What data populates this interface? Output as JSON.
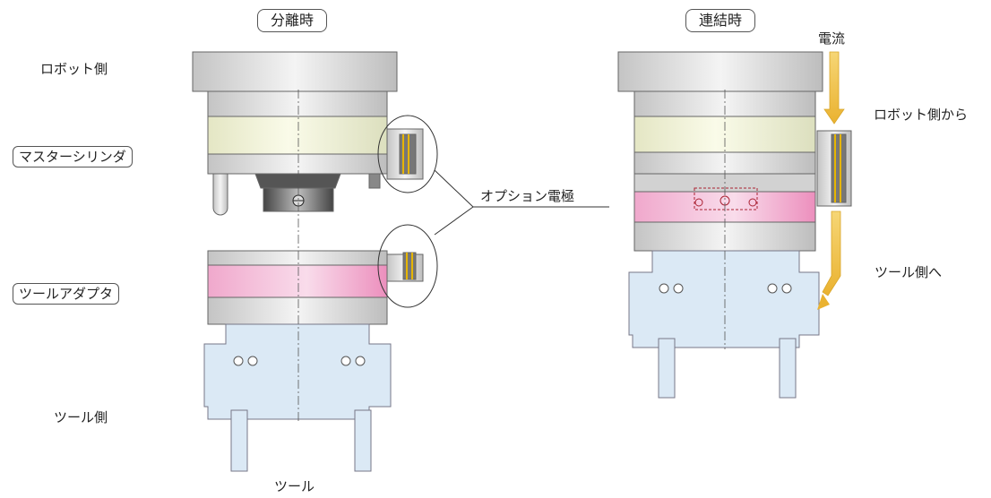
{
  "labels": {
    "separated": "分離時",
    "connected": "連結時",
    "robot_side": "ロボット側",
    "master_cylinder": "マスターシリンダ",
    "tool_adapter": "ツールアダプタ",
    "tool_side": "ツール側",
    "tool": "ツール",
    "option_electrode": "オプション電極",
    "current": "電流",
    "from_robot_side": "ロボット側から",
    "to_tool_side": "ツール側へ"
  },
  "colors": {
    "cylinder_yellow": "#f2f3dc",
    "adapter_pink": "#ef9bc6",
    "tool_blue": "#dbe9f5",
    "robot_gray": "#e6e6e6",
    "current_arrow": "#f2c24a"
  }
}
